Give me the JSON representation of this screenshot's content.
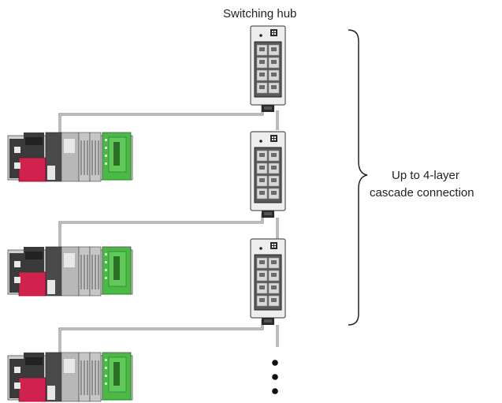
{
  "hub_label": "Switching hub",
  "bracket_label": {
    "line1": "Up to 4-layer",
    "line2": "cascade connection"
  },
  "colors": {
    "cable": "#777777",
    "hub_body": "#eeeeee",
    "hub_port": "#5a5a5a",
    "plc_red": "#d0214f",
    "plc_green": "#4cb848",
    "plc_dark": "#3a3a3a",
    "plc_grey": "#b4b4b4",
    "bracket": "#222222"
  },
  "hubs": [
    {
      "name": "switching-hub-1"
    },
    {
      "name": "switching-hub-2"
    },
    {
      "name": "switching-hub-3"
    }
  ],
  "plcs": [
    {
      "name": "plc-unit-1"
    },
    {
      "name": "plc-unit-2"
    },
    {
      "name": "plc-unit-3"
    }
  ],
  "continuation_dots": 3
}
